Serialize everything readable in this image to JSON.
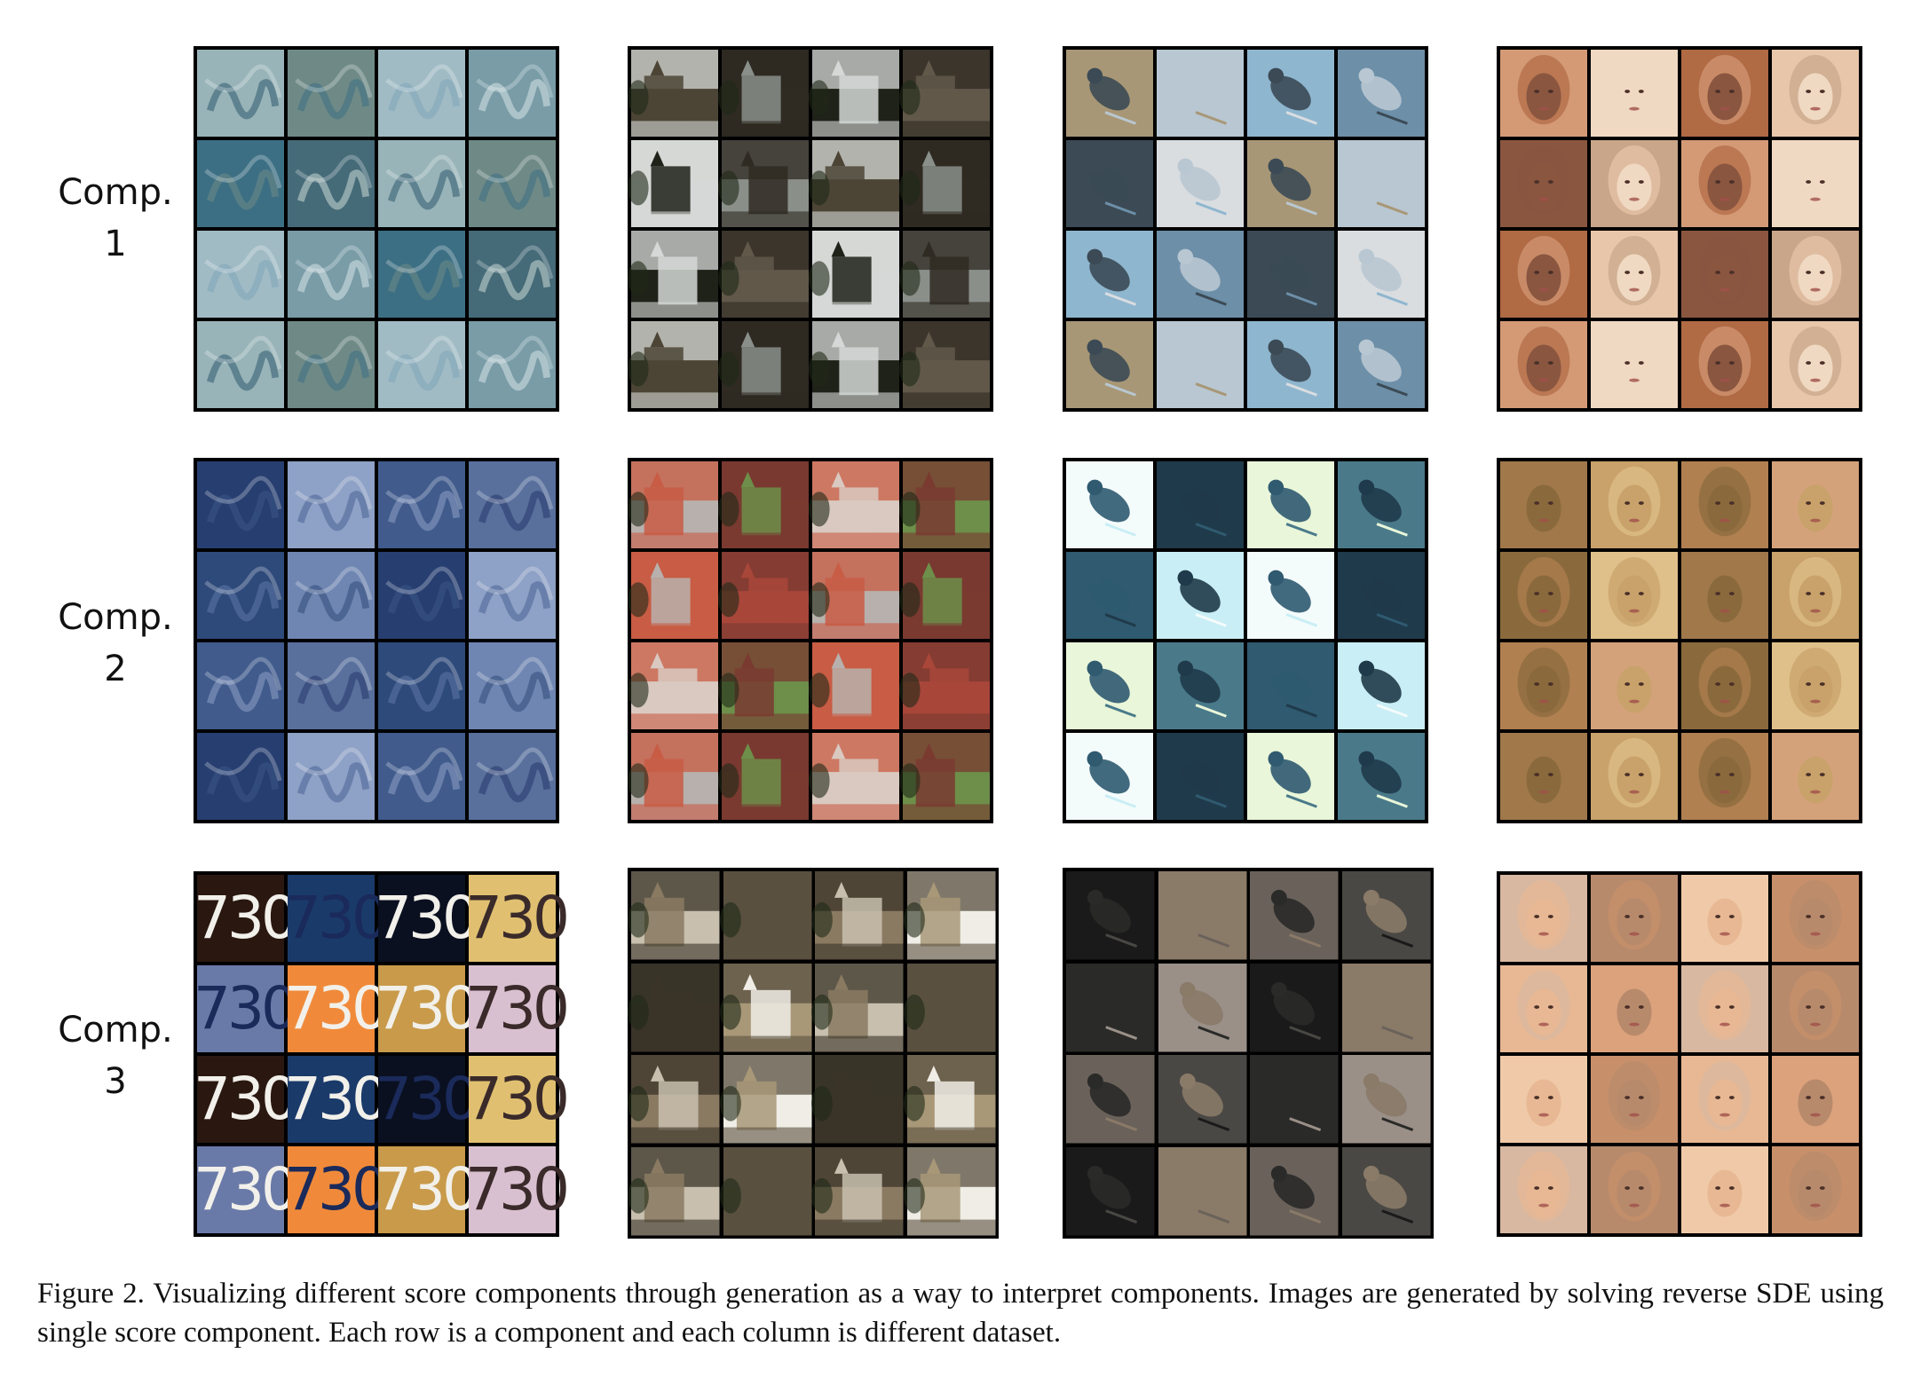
{
  "figure": {
    "rows": [
      {
        "label_line1": "Comp.",
        "label_line2": "1"
      },
      {
        "label_line1": "Comp.",
        "label_line2": "2"
      },
      {
        "label_line1": "Comp.",
        "label_line2": "3"
      }
    ],
    "digit_text": "730",
    "caption": "Figure 2. Visualizing different score components through generation as a way to interpret components. Images are generated by solving reverse SDE using single score component. Each row is a component and each column is different dataset."
  },
  "palettes": {
    "r0c0": [
      "#c9d9d4",
      "#2f5a70",
      "#3c6f85",
      "#7fa6b8",
      "#d7e3e8",
      "#6f8a86"
    ],
    "r0c1": [
      "#2f2a22",
      "#4c4536",
      "#8a8f8a",
      "#d5d8d6",
      "#61584a",
      "#1f2219"
    ],
    "r0c2": [
      "#8fb6cf",
      "#b8c7d1",
      "#a89776",
      "#d9dde0",
      "#3b4a55",
      "#6d8fa8"
    ],
    "r0c3": [
      "#e8c6aa",
      "#b06a44",
      "#f0d9c2",
      "#d49a76",
      "#c9a689",
      "#8a5640"
    ],
    "r1c0": [
      "#2f4a7a",
      "#3c5688",
      "#4a6496",
      "#8ea1c6",
      "#24386a",
      "#5f78a8"
    ],
    "r1c1": [
      "#a8463a",
      "#c85c44",
      "#6d8f4a",
      "#d9c9c0",
      "#7a3a30",
      "#b8b0ac"
    ],
    "r1c2": [
      "#f4fbfb",
      "#c9eef5",
      "#2f5a70",
      "#4a7a8a",
      "#e9f6d9",
      "#1f3a4a"
    ],
    "r1c3": [
      "#c8a26a",
      "#a0784a",
      "#e0c08a",
      "#8a6a3c",
      "#d4a27a",
      "#b08050"
    ],
    "r2c0": [
      "#2a1810",
      "#f08a3a",
      "#0a1020",
      "#d9c0d0",
      "#6a7aa8",
      "#1a3a6a",
      "#c89a4a",
      "#e0c070"
    ],
    "r2c1": [
      "#f0ede6",
      "#8a7a62",
      "#5a5040",
      "#c8bfae",
      "#a89878",
      "#3a3428"
    ],
    "r2c2": [
      "#2a2a28",
      "#4a4844",
      "#6a625a",
      "#8a7a68",
      "#1a1a1a",
      "#9a9088"
    ],
    "r2c3": [
      "#dca27c",
      "#e8b894",
      "#c8906a",
      "#f0caa8",
      "#b88a6c",
      "#d8b8a0"
    ]
  }
}
